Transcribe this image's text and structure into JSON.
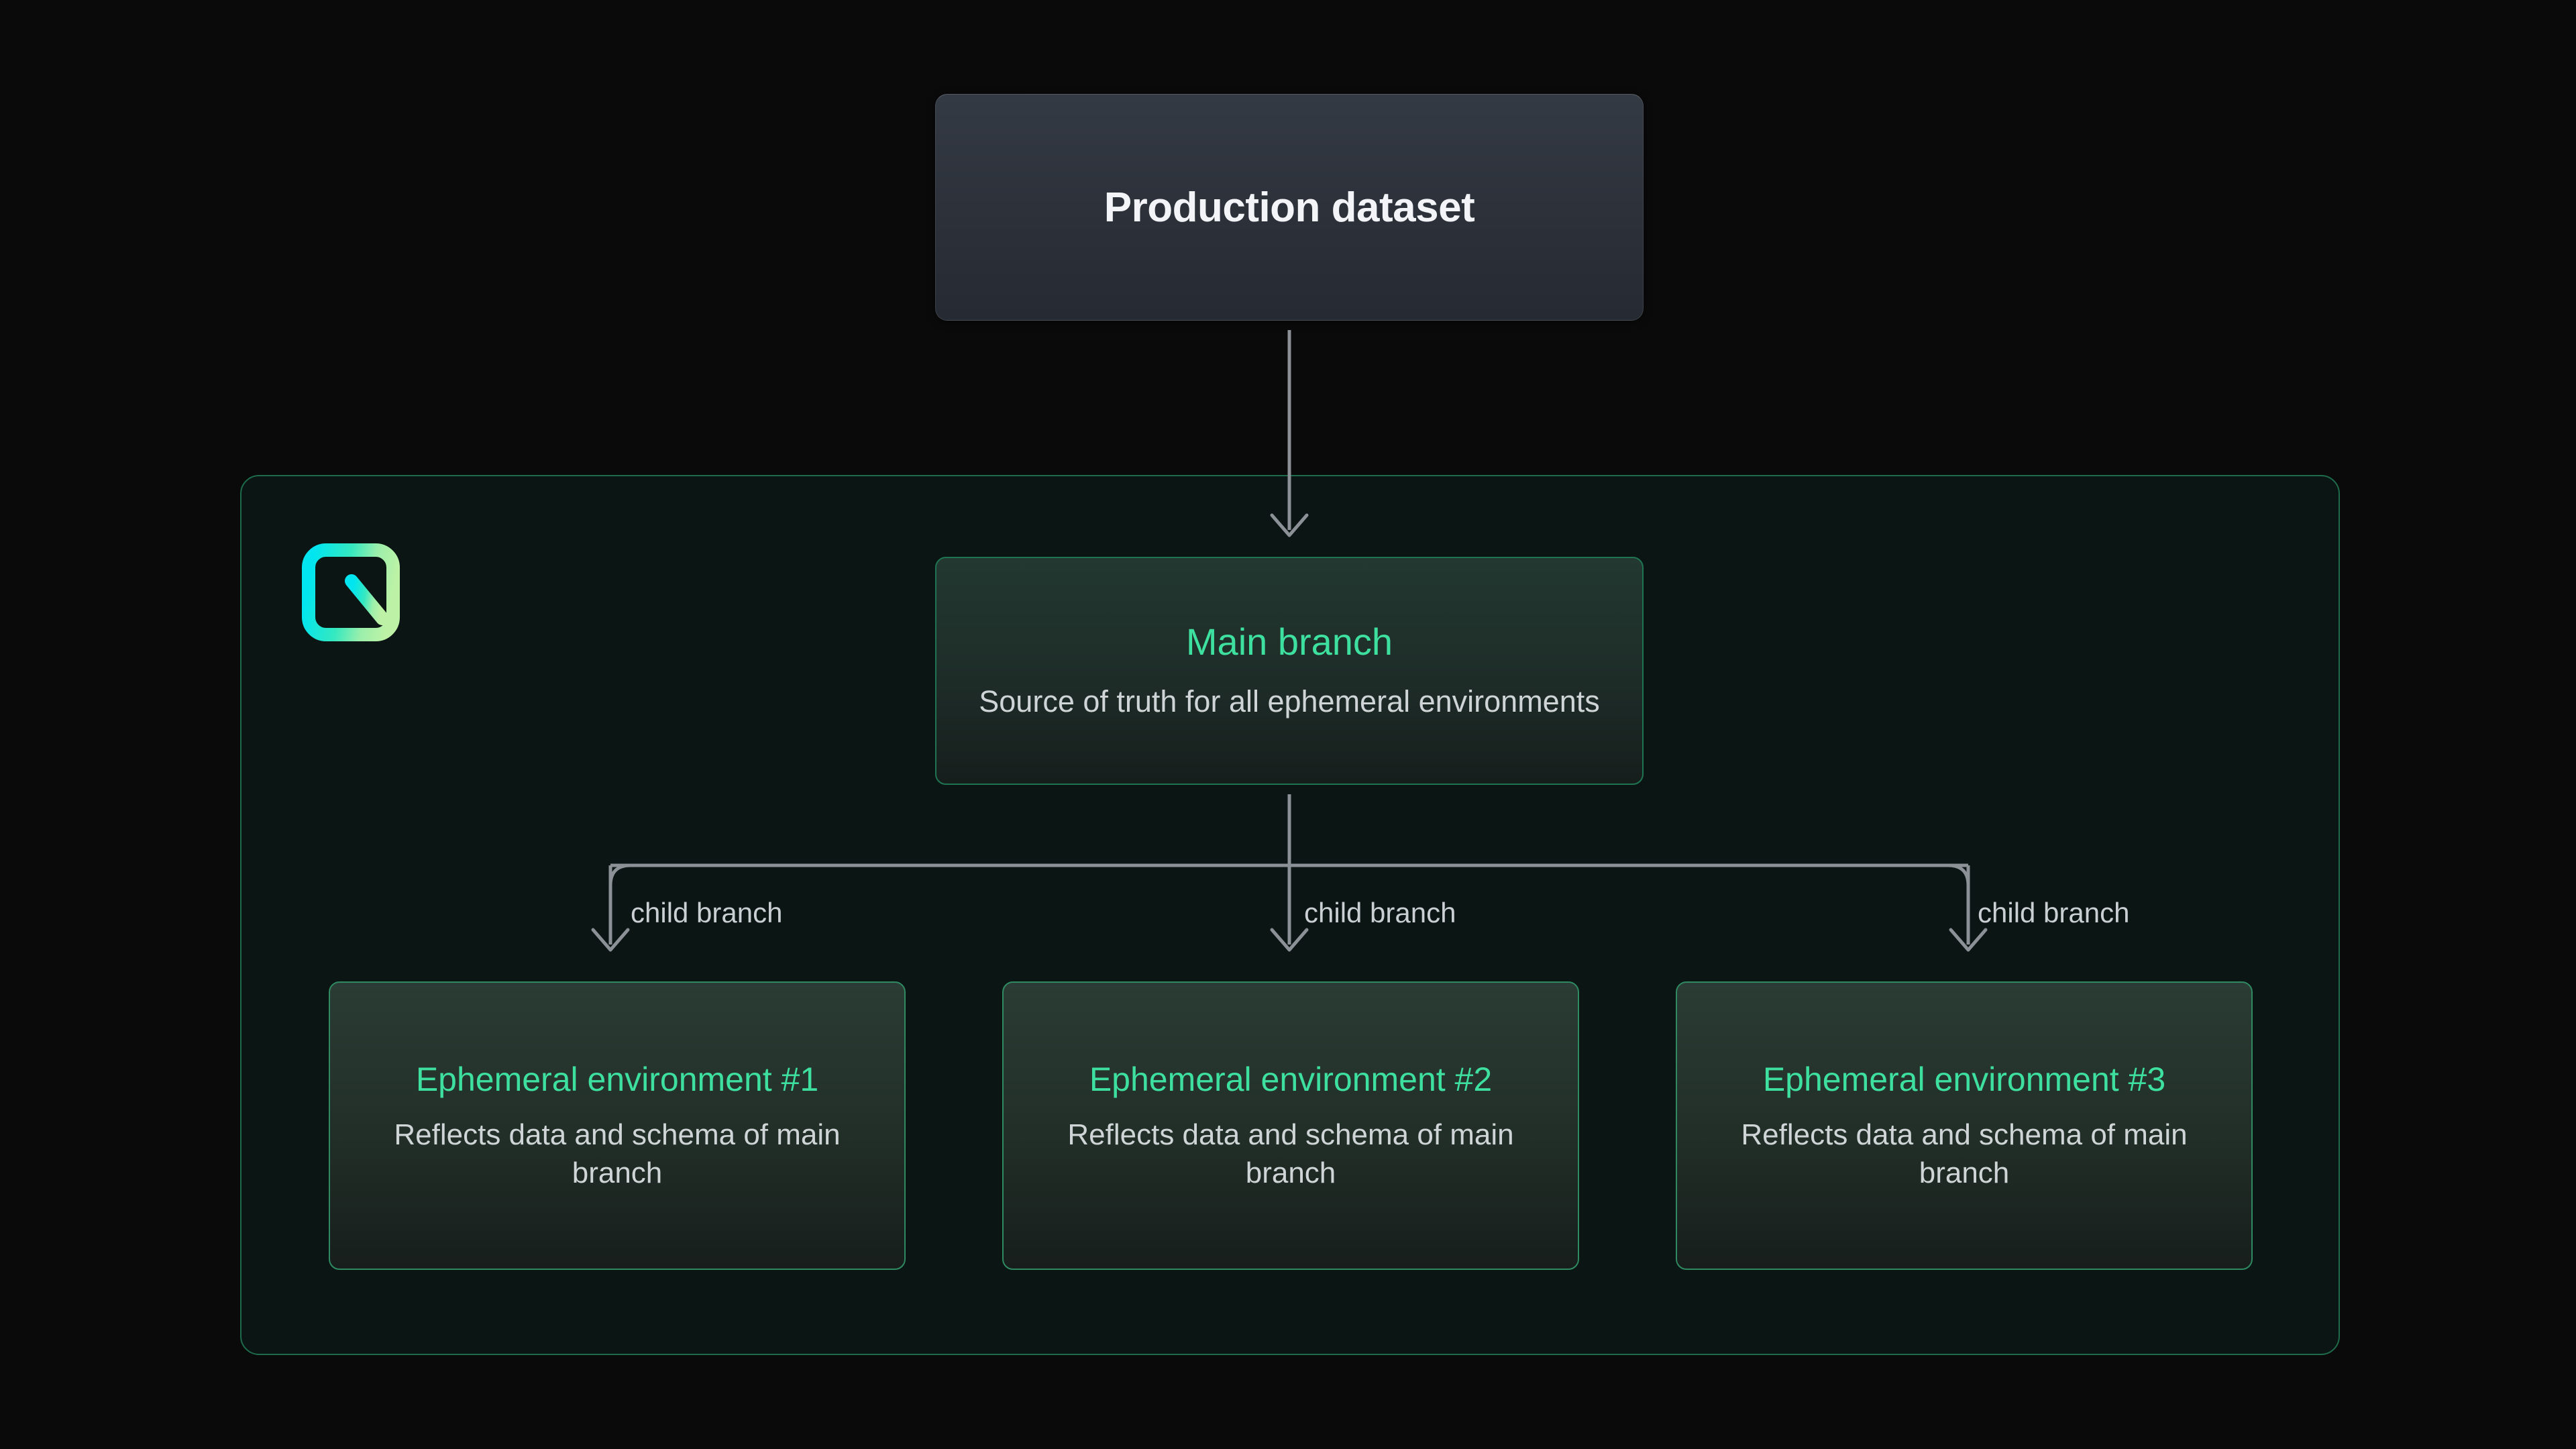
{
  "page": {
    "background_color": "#0a0a0a"
  },
  "source_node": {
    "title": "Production dataset"
  },
  "container": {
    "logo_name": "neon-logo",
    "border_color": "#1d6b4b",
    "background_color": "#0b1513"
  },
  "main_branch": {
    "title": "Main branch",
    "description": "Source of truth for all ephemeral environments",
    "title_color": "#3ee0a0",
    "border_color": "#1f7553"
  },
  "edges": {
    "source_to_main": "",
    "child_labels": [
      "child branch",
      "child branch",
      "child branch"
    ],
    "line_color": "#8b9197"
  },
  "ephemeral_environments": [
    {
      "title": "Ephemeral environment #1",
      "description": "Reflects data and schema of main branch"
    },
    {
      "title": "Ephemeral environment #2",
      "description": "Reflects data and schema of main branch"
    },
    {
      "title": "Ephemeral environment #3",
      "description": "Reflects data and schema of main branch"
    }
  ],
  "colors": {
    "accent_green": "#3ee0a0",
    "logo_gradient_start": "#00e5f0",
    "logo_gradient_end": "#b6f0a4",
    "body_text": "#cfd4d6",
    "production_title": "#f2f4f7"
  }
}
